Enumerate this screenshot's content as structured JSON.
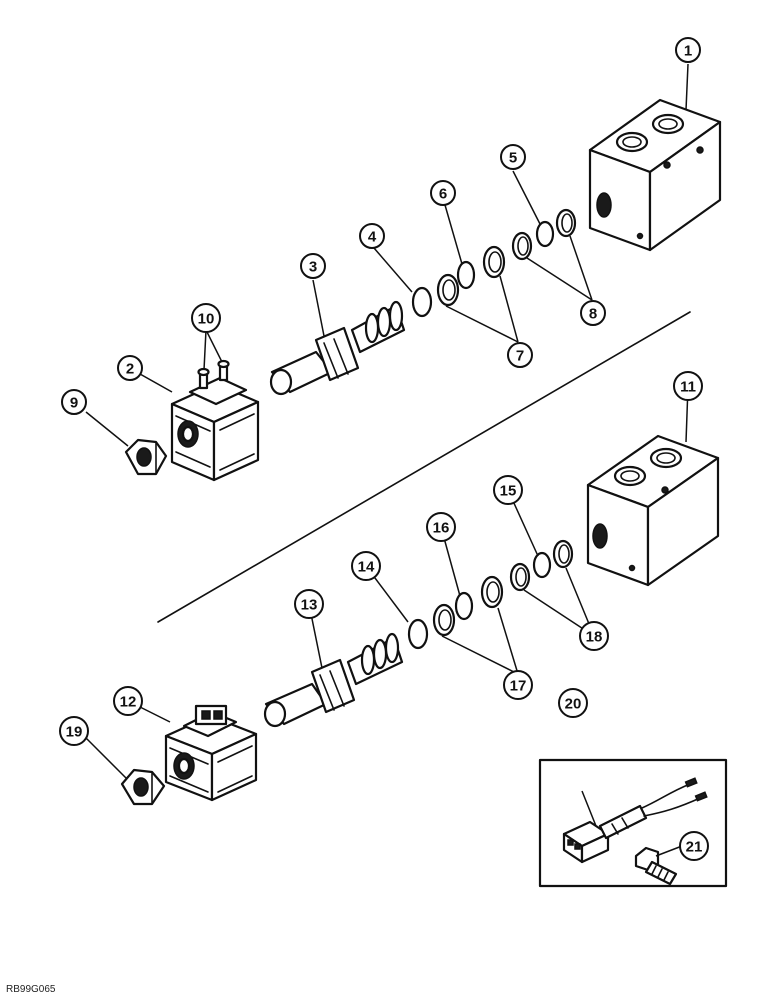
{
  "figure_code": "RB99G065",
  "callouts": [
    {
      "label": "1"
    },
    {
      "label": "2"
    },
    {
      "label": "3"
    },
    {
      "label": "4"
    },
    {
      "label": "5"
    },
    {
      "label": "6"
    },
    {
      "label": "7"
    },
    {
      "label": "8"
    },
    {
      "label": "9"
    },
    {
      "label": "10"
    },
    {
      "label": "11"
    },
    {
      "label": "12"
    },
    {
      "label": "13"
    },
    {
      "label": "14"
    },
    {
      "label": "15"
    },
    {
      "label": "16"
    },
    {
      "label": "17"
    },
    {
      "label": "18"
    },
    {
      "label": "19"
    },
    {
      "label": "20"
    },
    {
      "label": "21"
    }
  ]
}
